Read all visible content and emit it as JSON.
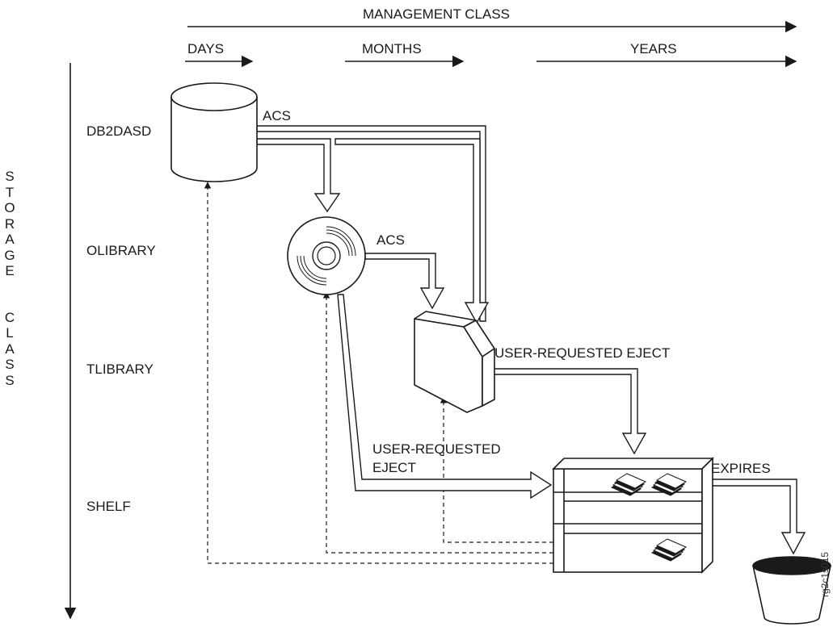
{
  "management_class": {
    "title": "MANAGEMENT CLASS",
    "days": "DAYS",
    "months": "MONTHS",
    "years": "YEARS"
  },
  "storage_class": {
    "title": "STORAGE CLASS",
    "rows": [
      "DB2DASD",
      "OLIBRARY",
      "TLIBRARY",
      "SHELF"
    ]
  },
  "transitions": {
    "acs_1": "ACS",
    "acs_2": "ACS",
    "user_eject_1": "USER-REQUESTED EJECT",
    "user_eject_2_line1": "USER-REQUESTED",
    "user_eject_2_line2": "EJECT",
    "expires": "EXPIRES"
  },
  "figure_code": "rg2c1s015",
  "colors": {
    "line": "#1a1a1a",
    "fill": "#ffffff",
    "bucket_top": "#1a1a1a"
  },
  "icons": [
    "dasd-cylinder-icon",
    "optical-disk-icon",
    "tape-library-icon",
    "shelf-icon",
    "tape-cartridge-icon",
    "trash-bucket-icon"
  ]
}
